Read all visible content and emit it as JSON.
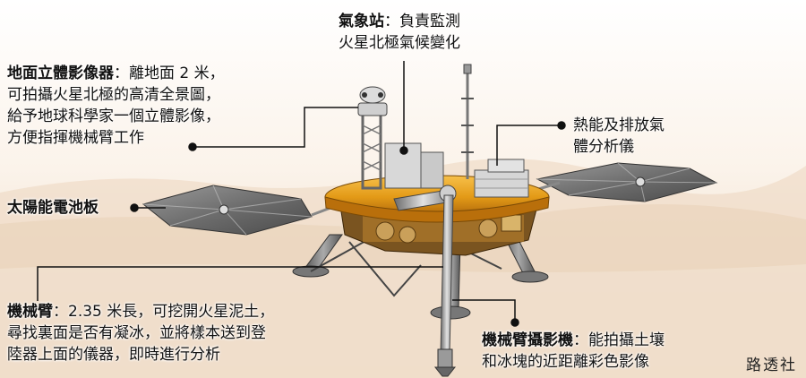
{
  "callouts": {
    "weather": {
      "title": "氣象站",
      "sep": "：",
      "line1_rest": "負責監測",
      "line2": "火星北極氣候變化"
    },
    "stereo_camera": {
      "title": "地面立體影像器",
      "sep": "：",
      "line1_rest": "離地面 2 米，",
      "line2": "可拍攝火星北極的高清全景圖，",
      "line3": "給予地球科學家一個立體影像，",
      "line4": "方便指揮機械臂工作"
    },
    "thermal_analyzer": {
      "line1": "熱能及排放氣",
      "line2": "體分析儀"
    },
    "solar_panel": {
      "title": "太陽能電池板"
    },
    "robotic_arm": {
      "title": "機械臂",
      "sep": "：",
      "line1_rest": "2.35 米長，可挖開火星泥土，",
      "line2": "尋找裏面是否有凝冰，並將樣本送到登",
      "line3": "陸器上面的儀器，即時進行分析"
    },
    "arm_camera": {
      "title": "機械臂攝影機",
      "sep": "：",
      "line1_rest": "能拍攝土壤",
      "line2": "和冰塊的近距離彩色影像"
    }
  },
  "credit": "路透社"
}
